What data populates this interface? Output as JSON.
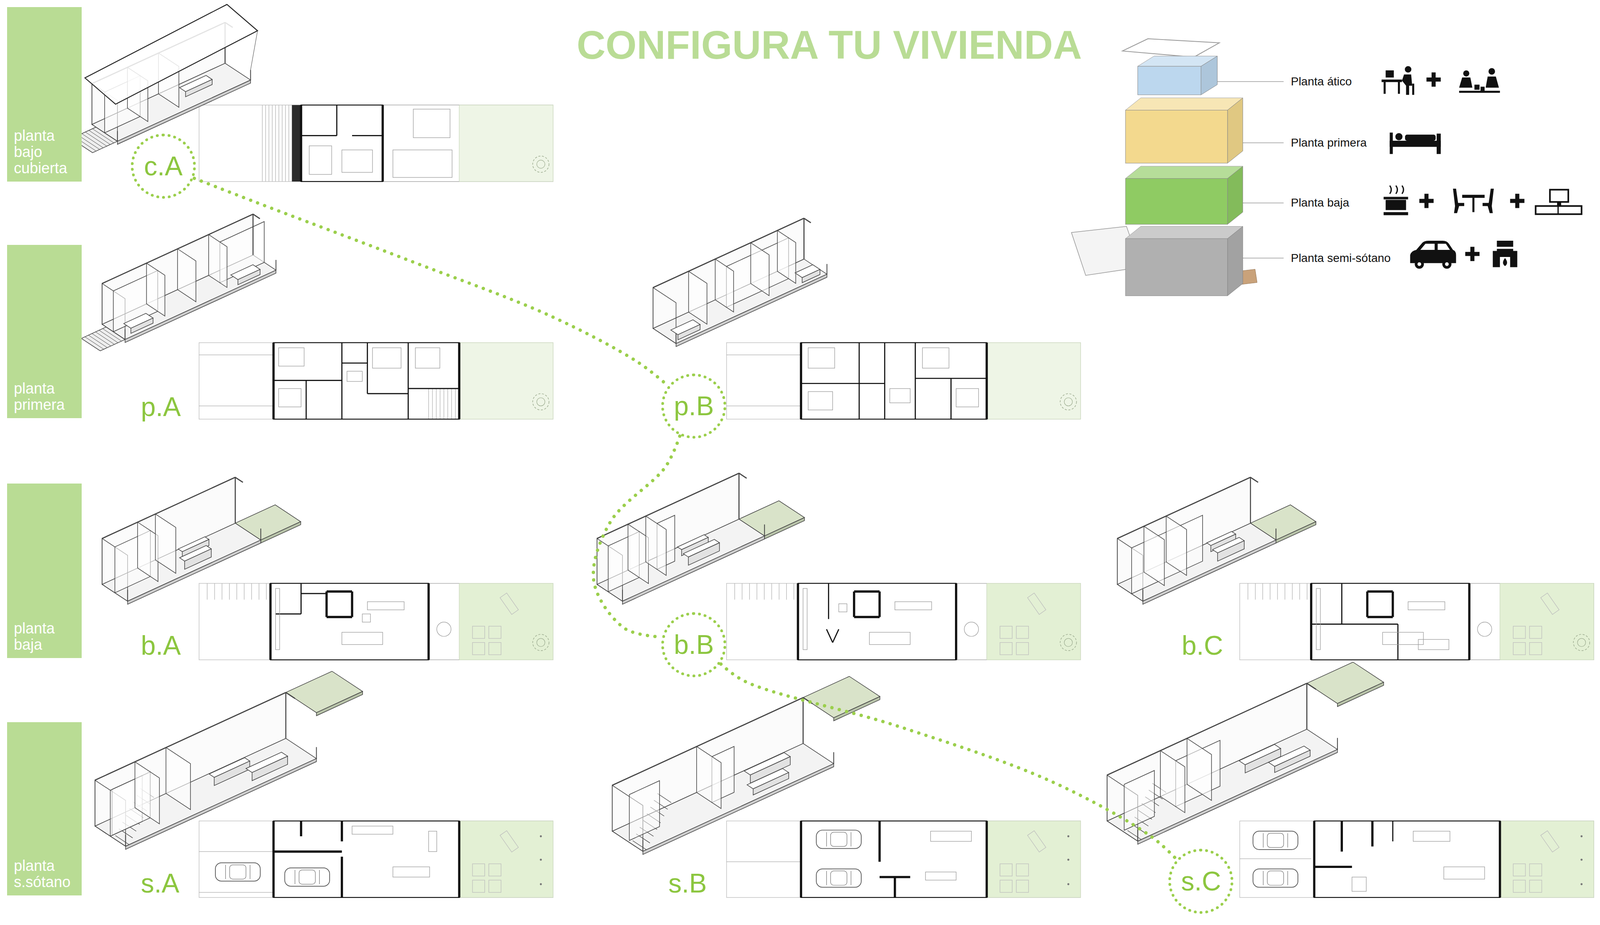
{
  "diagram": {
    "title": "CONFIGURA TU VIVIENDA",
    "nodes": [
      {
        "text": [
          "planta bajo cubierta"
        ]
      },
      {
        "text": [
          "c.A"
        ]
      },
      {
        "text": [
          "planta primera"
        ]
      },
      {
        "text": [
          "p.B"
        ]
      },
      {
        "text": [
          "planta baja"
        ]
      },
      {
        "text": [
          "b.B"
        ]
      },
      {
        "text": [
          "planta s.sótano"
        ]
      },
      {
        "text": [
          "s.C"
        ]
      }
    ],
    "edges": [
      {
        "from": 1,
        "to": 3,
        "arrow": "none"
      },
      {
        "from": 3,
        "to": 5,
        "arrow": "none"
      },
      {
        "from": 5,
        "to": 7,
        "arrow": "none"
      }
    ],
    "labels": [
      "p.A",
      "b.A",
      "b.C",
      "s.A",
      "s.B"
    ],
    "legend": [
      {
        "text": "Planta ático",
        "color": "#bcd7ee"
      },
      {
        "text": "Planta primera",
        "color": "#f3d98e"
      },
      {
        "text": "Planta baja",
        "color": "#8fcb63"
      },
      {
        "text": "Planta semi-sótano",
        "color": "#b0b0b0"
      }
    ]
  }
}
